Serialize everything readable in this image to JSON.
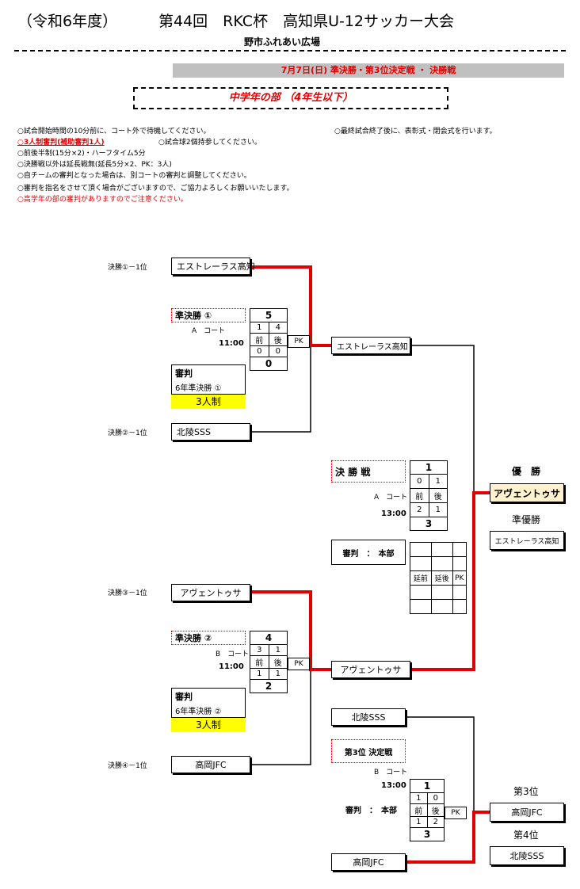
{
  "header": {
    "era": "（令和6年度）",
    "title": "第44回　RKC杯　高知県U-12サッカー大会",
    "venue": "野市ふれあい広場",
    "date_bar": "7月7日(日)  準決勝・第3位決定戦 ・ 決勝戦",
    "division": "中学年の部 （4年生以下）"
  },
  "notes": [
    {
      "text": "○試合開始時間の10分前に、コート外で待機してください。",
      "red": false
    },
    {
      "text": "○3人制審判(補助審判1人)",
      "red": true
    },
    {
      "text": "○前後半制(15分×2)・ハーフタイム5分",
      "red": false
    },
    {
      "text": "○決勝戦以外は延長戦無(延長5分×2、PK：3人)",
      "red": false
    },
    {
      "text": "○自チームの審判となった場合は、別コートの審判と調整してください。",
      "red": false
    },
    {
      "text": "○審判を指名をさせて頂く場合がございますので、ご協力よろしくお願いいたします。",
      "red": false
    },
    {
      "text": "○高学年の部の審判がありますのでご注意ください。",
      "red": true
    }
  ],
  "note_extra_balls": "○試合球2個持参してください。",
  "note_closing": "○最終試合終了後に、表彰式・閉会式を行います。",
  "seeds": {
    "s1": "決勝①－1位",
    "s2": "決勝②－1位",
    "s3": "決勝③－1位",
    "s4": "決勝④－1位"
  },
  "teams": {
    "t1": "エストレーラス高知",
    "t2": "北陵SSS",
    "t3": "アヴェントゥサ",
    "t4": "高岡JFC"
  },
  "semi1": {
    "label": "準決勝 ①",
    "court": "A　コート",
    "time": "11:00",
    "total_top": "5",
    "h1_top": "1",
    "h2_top": "4",
    "first": "前",
    "second": "後",
    "pk": "PK",
    "h1_bot": "0",
    "h2_bot": "0",
    "total_bot": "0",
    "ref_label": "審判",
    "ref_team": "6年準決勝 ①",
    "ref_mode": "3人制",
    "winner": "エストレーラス高知"
  },
  "semi2": {
    "label": "準決勝 ②",
    "court": "B　コート",
    "time": "11:00",
    "total_top": "4",
    "h1_top": "3",
    "h2_top": "1",
    "first": "前",
    "second": "後",
    "pk": "PK",
    "h1_bot": "1",
    "h2_bot": "1",
    "total_bot": "2",
    "ref_label": "審判",
    "ref_team": "6年準決勝 ②",
    "ref_mode": "3人制",
    "winner": "アヴェントゥサ"
  },
  "final": {
    "label": "決 勝 戦",
    "court": "A　コート",
    "time": "13:00",
    "total_top": "1",
    "h1_top": "0",
    "h2_top": "1",
    "first": "前",
    "second": "後",
    "h1_bot": "2",
    "h2_bot": "1",
    "total_bot": "3",
    "ref": "審判　：　本部",
    "et1": "延前",
    "et2": "延後",
    "pk": "PK"
  },
  "third": {
    "label": "第3位 決定戦",
    "court": "B　コート",
    "time": "13:00",
    "team_top": "北陵SSS",
    "team_bot": "高岡JFC",
    "total_top": "1",
    "h1_top": "1",
    "h2_top": "0",
    "first": "前",
    "second": "後",
    "pk": "PK",
    "h1_bot": "1",
    "h2_bot": "2",
    "total_bot": "3",
    "ref": "審判　：　本部"
  },
  "results": {
    "champion_label": "優　勝",
    "champion": "アヴェントゥサ",
    "runner_label": "準優勝",
    "runner": "エストレーラス高知",
    "third_label": "第3位",
    "third": "高岡JFC",
    "fourth_label": "第4位",
    "fourth": "北陵SSS"
  },
  "colors": {
    "accent_red": "#e00000",
    "champion_bg": "#fff2cc",
    "date_bar_bg": "#c0c0c0",
    "ref_mode_bg": "#ffff00"
  }
}
